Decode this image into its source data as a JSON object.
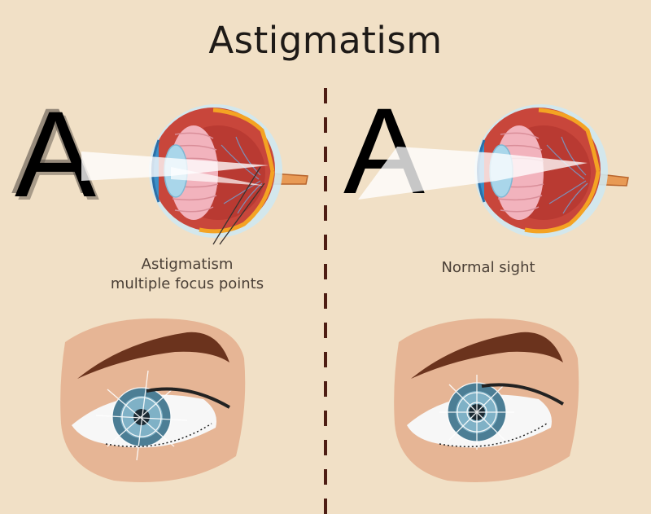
{
  "title": "Astigmatism",
  "colors": {
    "background": "#f1e0c6",
    "title_text": "#1e1a17",
    "caption_text": "#4a3f36",
    "divider": "#4e1e14",
    "skin": "#e6b595",
    "eyebrow": "#6b331d",
    "iris": "#4c7e95",
    "eyeball_red": "#c8463b",
    "retina_yellow": "#f4a323",
    "lens_blue": "#a9d6ea"
  },
  "panels": [
    {
      "id": "astigmatism",
      "letter": "A",
      "letter_style": "blurred-doubled",
      "caption_lines": [
        "Astigmatism",
        "multiple focus points"
      ],
      "focus_points": 2
    },
    {
      "id": "normal",
      "letter": "A",
      "letter_style": "sharp",
      "caption_lines": [
        "Normal sight"
      ],
      "focus_points": 1
    }
  ]
}
